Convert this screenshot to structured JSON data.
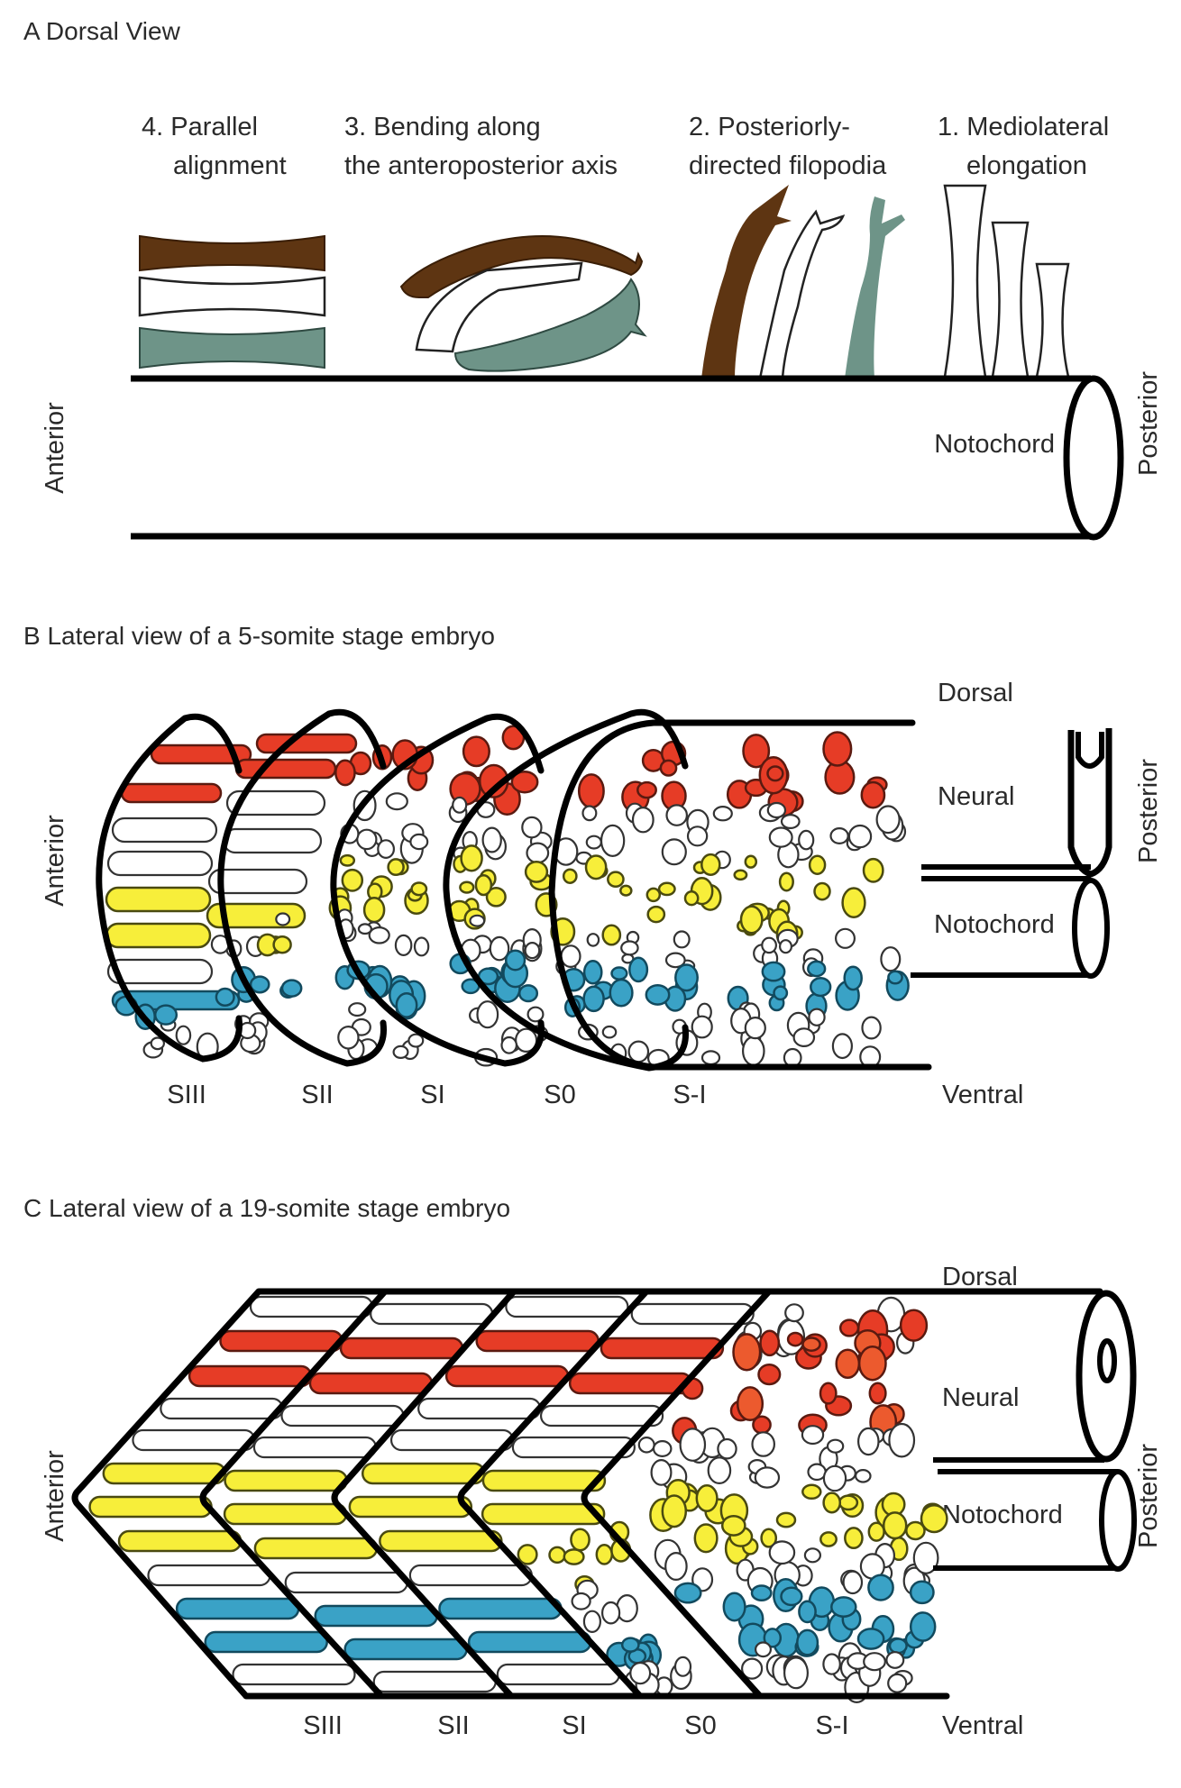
{
  "figure": {
    "panel_a": {
      "title": "A  Dorsal View",
      "steps": [
        {
          "line1": "4. Parallel",
          "line2": "alignment"
        },
        {
          "line1": "3. Bending along",
          "line2": "the anteroposterior axis"
        },
        {
          "line1": "2. Posteriorly-",
          "line2": "directed filopodia"
        },
        {
          "line1": "1. Mediolateral",
          "line2": "elongation"
        }
      ],
      "notochord_label": "Notochord",
      "anterior_label": "Anterior",
      "posterior_label": "Posterior"
    },
    "panel_b": {
      "title": "B  Lateral view of a 5-somite stage embryo",
      "somites": [
        "SIII",
        "SII",
        "SI",
        "S0",
        "S-I"
      ],
      "dorsal_label": "Dorsal",
      "neural_label": "Neural",
      "notochord_label": "Notochord",
      "ventral_label": "Ventral",
      "anterior_label": "Anterior",
      "posterior_label": "Posterior"
    },
    "panel_c": {
      "title": "C  Lateral view of a 19-somite stage embryo",
      "somites": [
        "SIII",
        "SII",
        "SI",
        "S0",
        "S-I"
      ],
      "dorsal_label": "Dorsal",
      "neural_label": "Neural",
      "notochord_label": "Notochord",
      "ventral_label": "Ventral",
      "anterior_label": "Anterior",
      "posterior_label": "Posterior"
    },
    "colors": {
      "brown_cell": "#5e3512",
      "teal_cell": "#6e9488",
      "red_cell": "#e63c26",
      "orange_cell": "#ec5a2e",
      "yellow_cell": "#f7ee3a",
      "blue_cell": "#3aa2c6"
    }
  }
}
